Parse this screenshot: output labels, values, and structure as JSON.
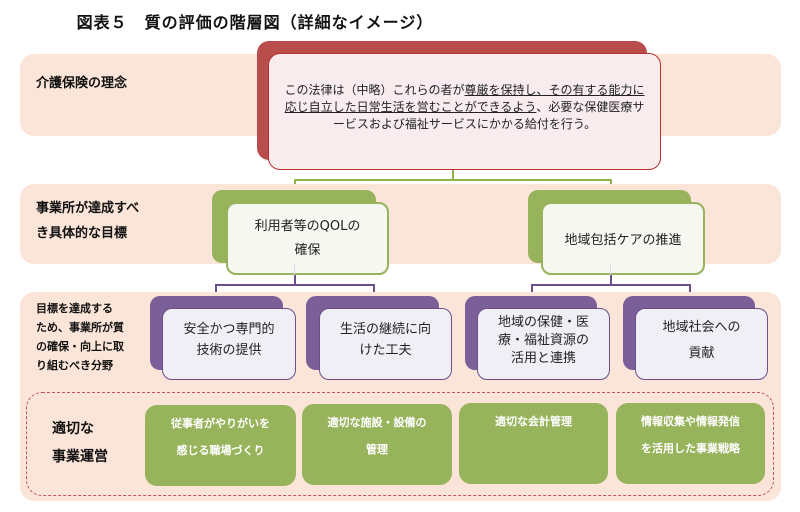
{
  "title": "図表５　質の評価の階層図（詳細なイメージ）",
  "levels": [
    {
      "label_lines": [
        "介護保険の理念"
      ],
      "principle": {
        "text_before": "この法律は（中略）これらの者が",
        "text_underlined": "尊厳を保持し、その有する能力に応じ自立した日常生活を営むことができるよう",
        "text_after": "、必要な保健医療サービスおよび福祉サービスにかかる給付を行う。"
      }
    },
    {
      "label_lines": [
        "事業所が達成すべ",
        "き具体的な目標"
      ],
      "goals": [
        {
          "lines": [
            "利用者等のQOLの",
            "確保"
          ]
        },
        {
          "lines": [
            "地域包括ケアの推進"
          ]
        }
      ]
    },
    {
      "label_lines": [
        "目標を達成する",
        "ため、事業所が質",
        "の確保・向上に取",
        "り組むべき分野"
      ],
      "areas": [
        {
          "lines": [
            "安全かつ専門的",
            "技術の提供"
          ]
        },
        {
          "lines": [
            "生活の継続に向",
            "けた工夫"
          ]
        },
        {
          "lines": [
            "地域の保健・医",
            "療・福祉資源の",
            "活用と連携"
          ]
        },
        {
          "lines": [
            "地域社会への",
            "貢献"
          ]
        }
      ]
    },
    {
      "label_lines": [
        "適切な",
        "事業運営"
      ],
      "operations": [
        {
          "lines": [
            "従事者がやりがいを",
            "感じる職場づくり"
          ]
        },
        {
          "lines": [
            "適切な施設・設備の",
            "管理"
          ]
        },
        {
          "lines": [
            "適切な会計管理"
          ]
        },
        {
          "lines": [
            "情報収集や情報発信",
            "を活用した事業戦略"
          ]
        }
      ]
    }
  ],
  "colors": {
    "band": "#fbe5d8",
    "principle": "#b94d4b",
    "goal": "#97b35b",
    "area": "#7a5f98",
    "operation": "#97b35b",
    "dashed_border": "#c05656"
  }
}
